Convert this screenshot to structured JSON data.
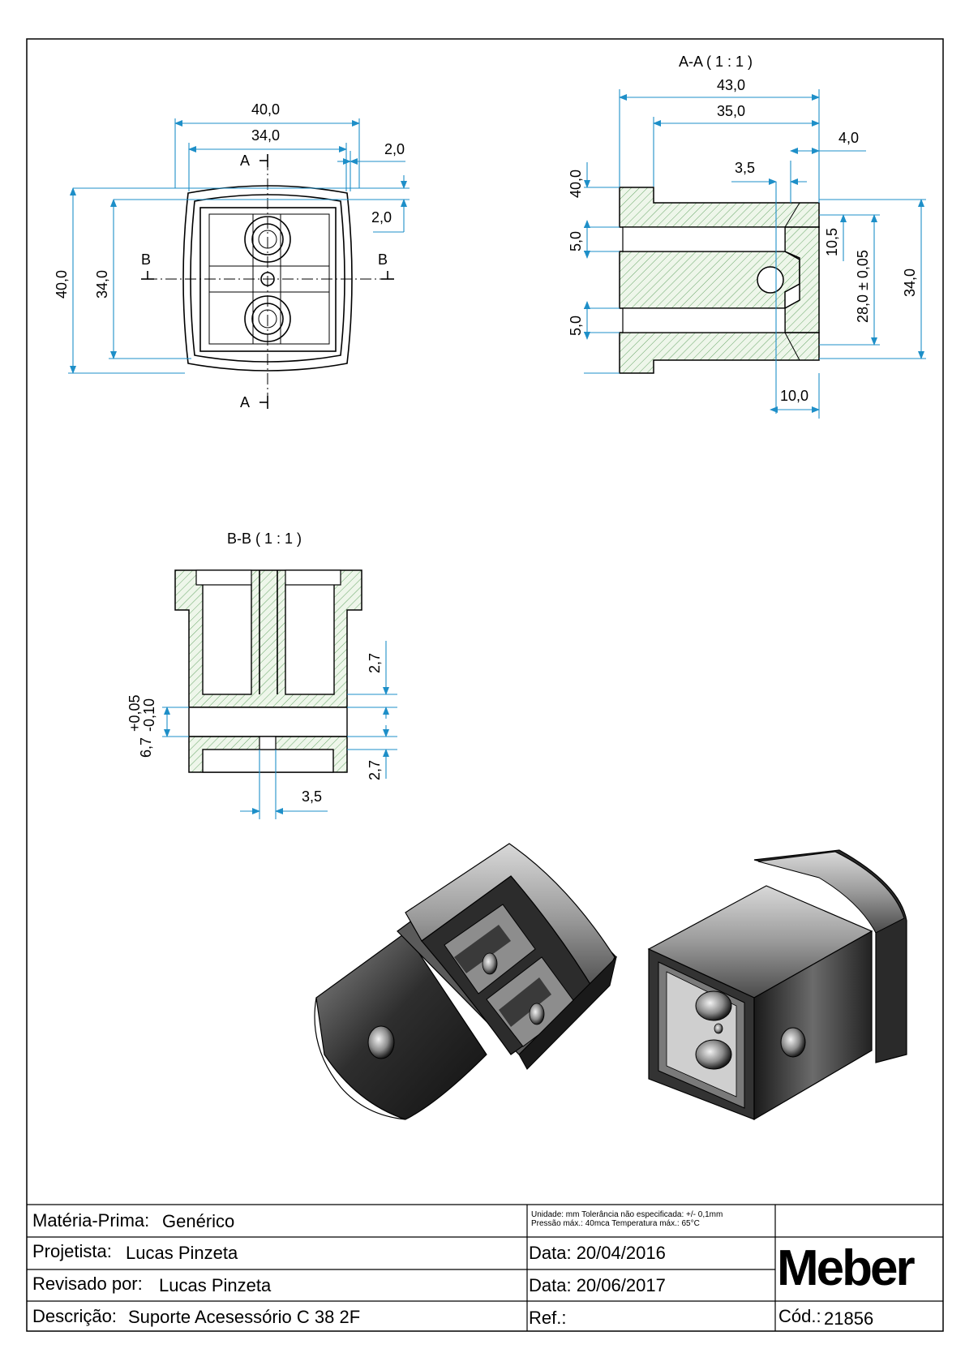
{
  "views": {
    "front": {
      "dims": {
        "w_outer": "40,0",
        "w_inner": "34,0",
        "wall_top": "2,0",
        "wall_side": "2,0",
        "h_outer": "40,0",
        "h_inner": "34,0"
      },
      "section_a": "A",
      "section_b": "B"
    },
    "section_aa": {
      "title": "A-A ( 1 : 1 )",
      "dims": {
        "len_outer": "43,0",
        "len_inner": "35,0",
        "flange": "4,0",
        "hole_offset": "3,5",
        "height": "40,0",
        "wall_top": "5,0",
        "wall_bottom": "5,0",
        "bore_half": "10,5",
        "bore": "28,0 ± 0,05",
        "height_inner": "34,0",
        "hole_pos": "10,0"
      }
    },
    "section_bb": {
      "title": "B-B ( 1 : 1 )",
      "dims": {
        "rib_top": "2,7",
        "rib_bottom": "2,7",
        "slot": "6,7",
        "tol_plus": "+0,05",
        "tol_minus": "-0,10",
        "hole": "3,5"
      }
    }
  },
  "title_block": {
    "materia_label": "Matéria-Prima:",
    "materia_value": "Genérico",
    "notes_line1": "Unidade: mm Tolerância não especificada: +/- 0,1mm",
    "notes_line2": "Pressão máx.: 40mca      Temperatura máx.: 65°C",
    "projetista_label": "Projetista:",
    "projetista_value": "Lucas Pinzeta",
    "data1": "Data: 20/04/2016",
    "revisado_label": "Revisado por:",
    "revisado_value": "Lucas Pinzeta",
    "data2": "Data: 20/06/2017",
    "descricao_label": "Descrição:",
    "descricao_value": "Suporte Acesessório  C 38 2F",
    "ref": "Ref.:",
    "cod_label": "Cód.:",
    "cod_value": "21856",
    "logo": "Meber"
  },
  "colors": {
    "dimension": "#1e8fc8",
    "hatch": "#6aa86a",
    "section_fill": "#e9f3e4",
    "metal_dark": "#3a3a3a",
    "metal_light": "#bdbdbd"
  }
}
